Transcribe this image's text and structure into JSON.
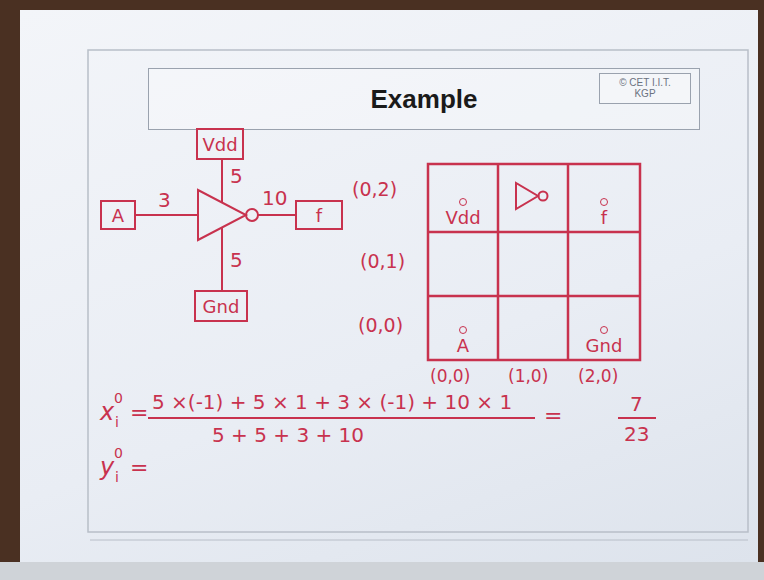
{
  "diagram": {
    "nodes": [
      {
        "text": [
          "Example"
        ]
      },
      {
        "text": [
          "© CET I.I.T. KGP"
        ],
        "in": 0
      },
      {
        "text": [
          "Vdd"
        ]
      },
      {
        "text": [
          "A"
        ]
      },
      {
        "text": [
          "f"
        ]
      },
      {
        "text": [
          "Gnd"
        ]
      },
      {
        "text": [
          "Vdd"
        ]
      },
      {
        "text": [
          "f"
        ]
      },
      {
        "text": [
          "A"
        ]
      },
      {
        "text": [
          "Gnd"
        ]
      }
    ],
    "labels": [
      "3",
      "5",
      "10",
      "5",
      "(0,2)",
      "(0,1)",
      "(0,0)",
      "(0,0)",
      "(1,0)",
      "(2,0)",
      "x",
      "i",
      "0",
      "=",
      "5 ×(-1) + 5 × 1 + 3 × (-1) + 10 × 1",
      "5 + 5 + 3 + 10",
      "=",
      "7",
      "23",
      "y",
      "i",
      "0",
      "="
    ]
  }
}
